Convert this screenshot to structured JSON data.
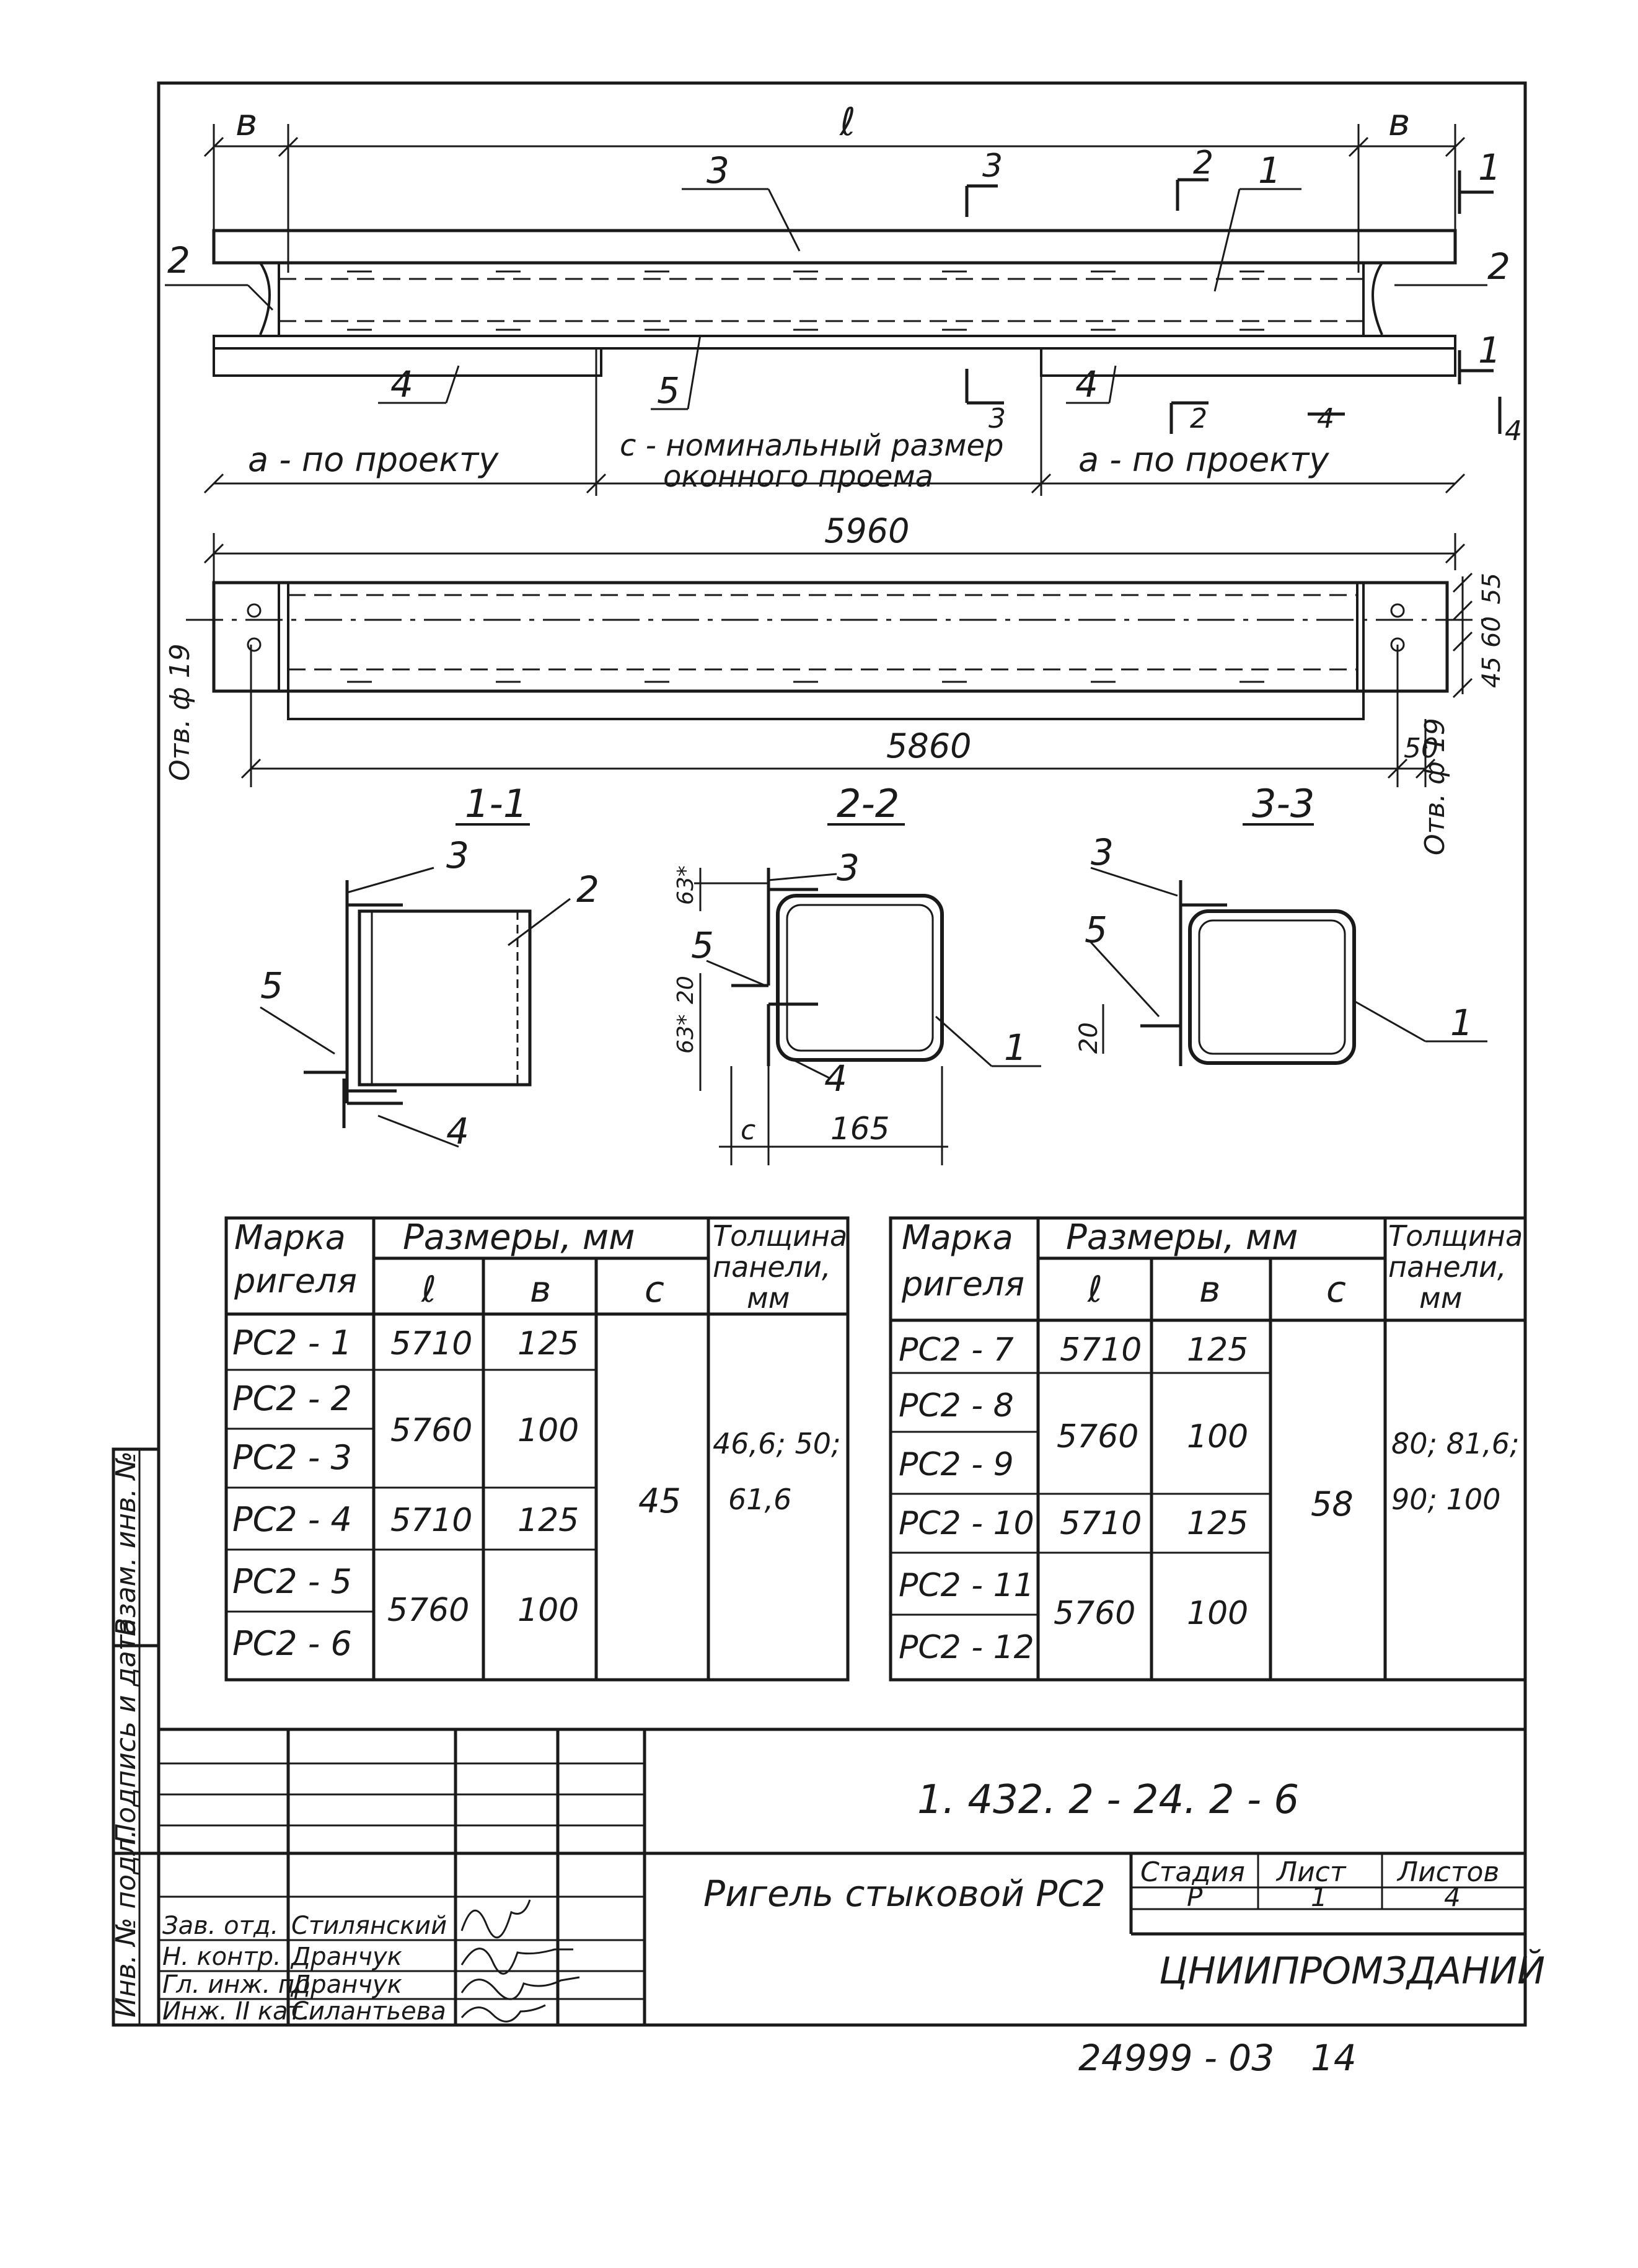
{
  "elevation": {
    "dim_b_left": "в",
    "dim_l": "ℓ",
    "dim_b_right": "в",
    "pos_3": "3",
    "pos_1": "1",
    "pos_2_left": "2",
    "pos_2_right": "2",
    "pos_4": "4",
    "pos_5": "5",
    "pos_4b": "4",
    "cut_1_top": "1",
    "cut_1_bottom": "1",
    "cut_2_top": "2",
    "cut_2_bottom": "2",
    "cut_3_top": "3",
    "cut_3_bottom": "3",
    "cut_4_a": "4",
    "cut_4_b": "4",
    "span_a_left": "a - по проекту",
    "span_c_line1": "с - номинальный размер",
    "span_c_line2": "оконного проема",
    "span_a_right": "a - по проекту"
  },
  "plan": {
    "dim_total": "5960",
    "dim_inner": "5860",
    "dim_end": "50",
    "dim_right_55": "55",
    "dim_right_60": "60",
    "dim_right_45": "45",
    "hole_note_left": "Отв. ф 19",
    "hole_note_right": "Отв. ф 19"
  },
  "sections": {
    "s11": {
      "title": "1-1",
      "p3": "3",
      "p2": "2",
      "p5": "5",
      "p4": "4"
    },
    "s22": {
      "title": "2-2",
      "p3": "3",
      "p5": "5",
      "p4": "4",
      "p1": "1",
      "d63a": "63*",
      "d20": "20",
      "d63b": "63*",
      "dc": "с",
      "d165": "165"
    },
    "s33": {
      "title": "3-3",
      "p3": "3",
      "p5": "5",
      "p1": "1",
      "d20": "20"
    }
  },
  "table_left": {
    "header": {
      "mark1": "Марка",
      "mark2": "ригеля",
      "dims": "Размеры, мм",
      "l": "ℓ",
      "b": "в",
      "c": "с",
      "thick1": "Толщина",
      "thick2": "панели,",
      "thick3": "мм"
    },
    "rows": [
      {
        "mark": "РС2 - 1",
        "l": "5710",
        "b": "125"
      },
      {
        "mark": "РС2 - 2",
        "l": "5760",
        "b": "100"
      },
      {
        "mark": "РС2 - 3",
        "l": "",
        "b": ""
      },
      {
        "mark": "РС2 - 4",
        "l": "5710",
        "b": "125"
      },
      {
        "mark": "РС2 - 5",
        "l": "5760",
        "b": "100"
      },
      {
        "mark": "РС2 - 6",
        "l": "",
        "b": ""
      }
    ],
    "c_value": "45",
    "thick_line1": "46,6; 50;",
    "thick_line2": "61,6"
  },
  "table_right": {
    "header": {
      "mark1": "Марка",
      "mark2": "ригеля",
      "dims": "Размеры, мм",
      "l": "ℓ",
      "b": "в",
      "c": "с",
      "thick1": "Толщина",
      "thick2": "панели,",
      "thick3": "мм"
    },
    "rows": [
      {
        "mark": "РС2 - 7",
        "l": "5710",
        "b": "125"
      },
      {
        "mark": "РС2 - 8",
        "l": "5760",
        "b": "100"
      },
      {
        "mark": "РС2 - 9",
        "l": "",
        "b": ""
      },
      {
        "mark": "РС2 - 10",
        "l": "5710",
        "b": "125"
      },
      {
        "mark": "РС2 - 11",
        "l": "5760",
        "b": "100"
      },
      {
        "mark": "РС2 - 12",
        "l": "",
        "b": ""
      }
    ],
    "c_value": "58",
    "thick_line1": "80; 81,6;",
    "thick_line2": "90; 100"
  },
  "side_stamp": {
    "inv_podl": "Инв. № подл.",
    "podpis": "Подпись и дата",
    "vzam": "Взам. инв. №"
  },
  "title_block": {
    "doc_code": "1. 432. 2 - 24. 2 - 6",
    "doc_title": "Ригель стыковой РС2",
    "stage_label": "Стадия",
    "sheet_label": "Лист",
    "sheets_label": "Листов",
    "stage": "Р",
    "sheet": "1",
    "sheets": "4",
    "org": "ЦНИИПРОМЗДАНИЙ",
    "signers": [
      {
        "role": "Зав. отд.",
        "name": "Стилянский"
      },
      {
        "role": "Н. контр.",
        "name": "Дранчук"
      },
      {
        "role": "Гл. инж. пр.",
        "name": "Дранчук"
      },
      {
        "role": "Инж. II кат.",
        "name": "Силантьева"
      }
    ],
    "footer_number": "24999 - 03",
    "footer_page": "14"
  }
}
